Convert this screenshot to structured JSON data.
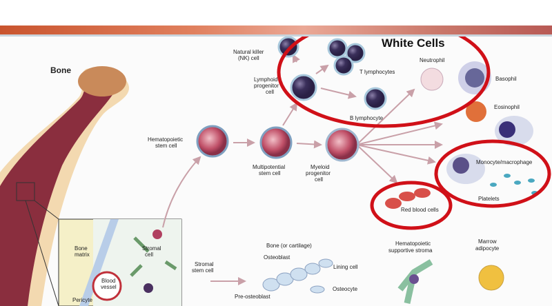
{
  "title_highlight": "White Cells",
  "labels": {
    "bone": "Bone",
    "nk_cell": [
      "Natural killer",
      "(NK) cell"
    ],
    "lymphoid": [
      "Lymphoid",
      "progenitor",
      "cell"
    ],
    "t_lymph": "T lymphocytes",
    "b_lymph": "B lymphocyte",
    "neutrophil": "Neutrophil",
    "basophil": "Basophil",
    "eosinophil": "Eosinophil",
    "monocyte": "Monocyte/macrophage",
    "platelets": "Platelets",
    "rbc": "Red blood cells",
    "hsc": [
      "Hematopoietic",
      "stem cell"
    ],
    "multipotential": [
      "Multipotential",
      "stem cell"
    ],
    "myeloid": [
      "Myeloid",
      "progenitor",
      "cell"
    ],
    "stromal_stem": [
      "Stromal",
      "stem cell"
    ],
    "bone_cartilage": "Bone (or cartilage)",
    "osteoblast": "Osteoblast",
    "lining_cell": "Lining cell",
    "osteocyte": "Osteocyte",
    "pre_osteoblast": "Pre-osteoblast",
    "supportive_stroma": [
      "Hematopoietic",
      "supportive stroma"
    ],
    "adipocyte": [
      "Marrow",
      "adipocyte"
    ],
    "bone_matrix": [
      "Bone",
      "matrix"
    ],
    "stromal_cell": [
      "Stromal",
      "cell"
    ],
    "blood_vessel": [
      "Blood",
      "vessel"
    ],
    "pericyte": "Pericyte"
  },
  "colors": {
    "highlight_ring": "#d01018",
    "arrow": "#c9a0a8",
    "lymph_cell": "#3a2f5a",
    "stem_cell": "#b0485a"
  }
}
